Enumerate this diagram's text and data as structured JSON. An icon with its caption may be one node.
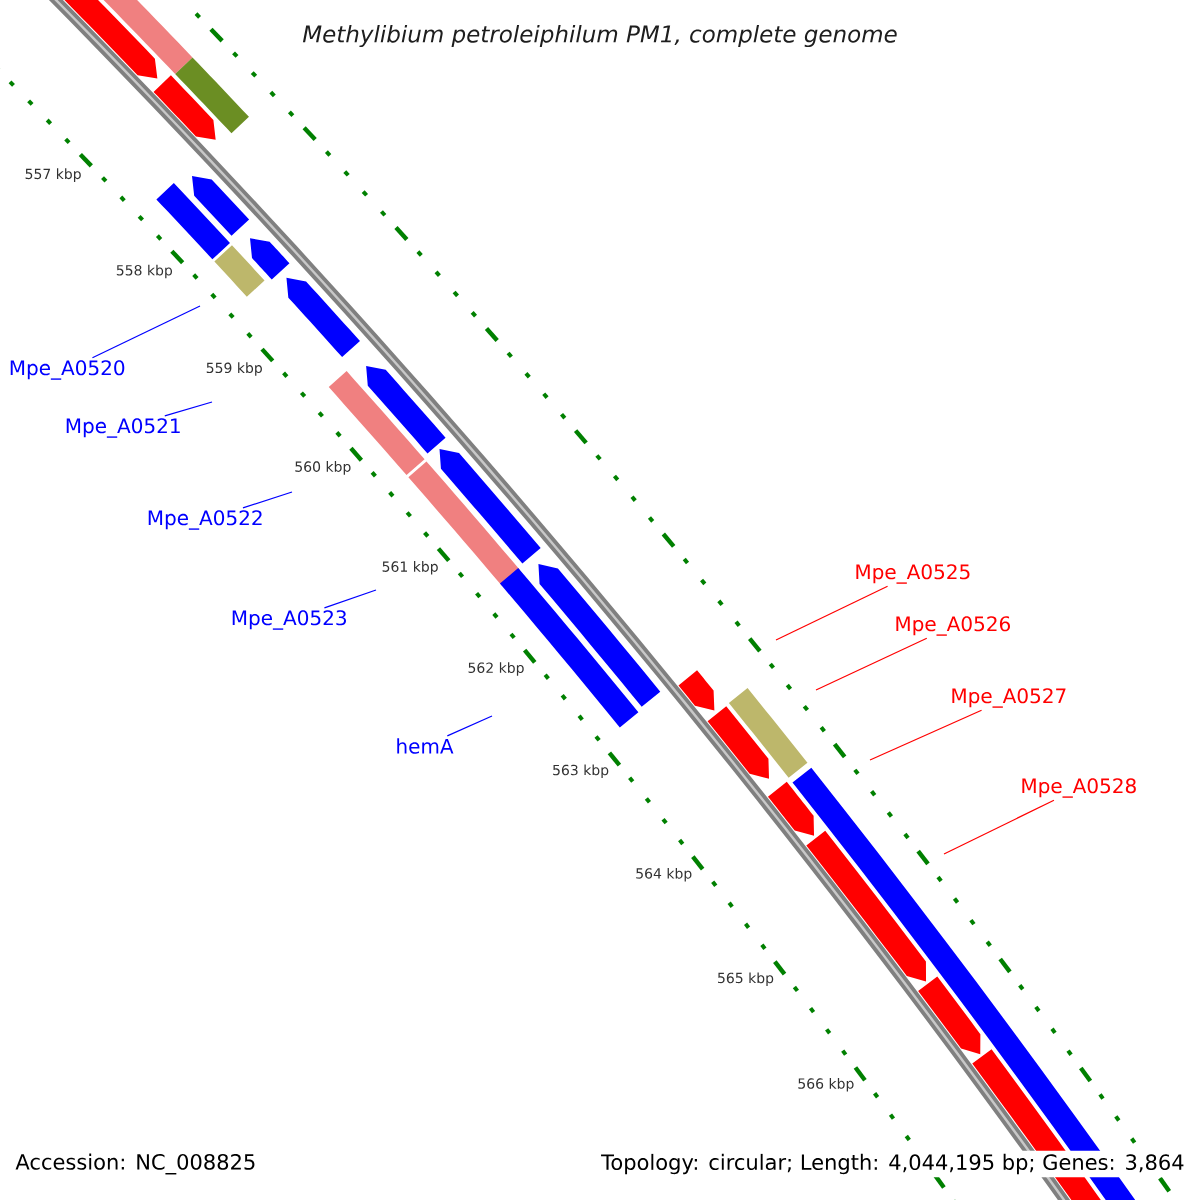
{
  "diagram": {
    "title": "Methylibium petroleiphilum PM1, complete genome",
    "nodes": [
      {
        "text": [
          "Mpe_A0520"
        ]
      },
      {
        "text": [
          "Mpe_A0521"
        ]
      },
      {
        "text": [
          "Mpe_A0522"
        ]
      },
      {
        "text": [
          "Mpe_A0523"
        ]
      },
      {
        "text": [
          "hemA"
        ]
      },
      {
        "text": [
          "Mpe_A0525"
        ]
      },
      {
        "text": [
          "Mpe_A0526"
        ]
      },
      {
        "text": [
          "Mpe_A0527"
        ]
      },
      {
        "text": [
          "Mpe_A0528"
        ]
      }
    ],
    "edges": [
      {
        "from": 0,
        "to": null,
        "arrow": "none",
        "color": "#0000ff"
      },
      {
        "from": 1,
        "to": null,
        "arrow": "none",
        "color": "#0000ff"
      },
      {
        "from": 2,
        "to": null,
        "arrow": "none",
        "color": "#0000ff"
      },
      {
        "from": 3,
        "to": null,
        "arrow": "none",
        "color": "#0000ff"
      },
      {
        "from": 4,
        "to": null,
        "arrow": "none",
        "color": "#0000ff"
      },
      {
        "from": 5,
        "to": null,
        "arrow": "none",
        "color": "#ff0000"
      },
      {
        "from": 6,
        "to": null,
        "arrow": "none",
        "color": "#ff0000"
      },
      {
        "from": 7,
        "to": null,
        "arrow": "none",
        "color": "#ff0000"
      },
      {
        "from": 8,
        "to": null,
        "arrow": "none",
        "color": "#ff0000"
      }
    ],
    "labels": [
      "557 kbp",
      "558 kbp",
      "559 kbp",
      "560 kbp",
      "561 kbp",
      "562 kbp",
      "563 kbp",
      "564 kbp",
      "565 kbp",
      "566 kbp",
      "Accession: NC_008825",
      "Topology: circular; Length: 4,044,195 bp; Genes: 3,864"
    ]
  }
}
